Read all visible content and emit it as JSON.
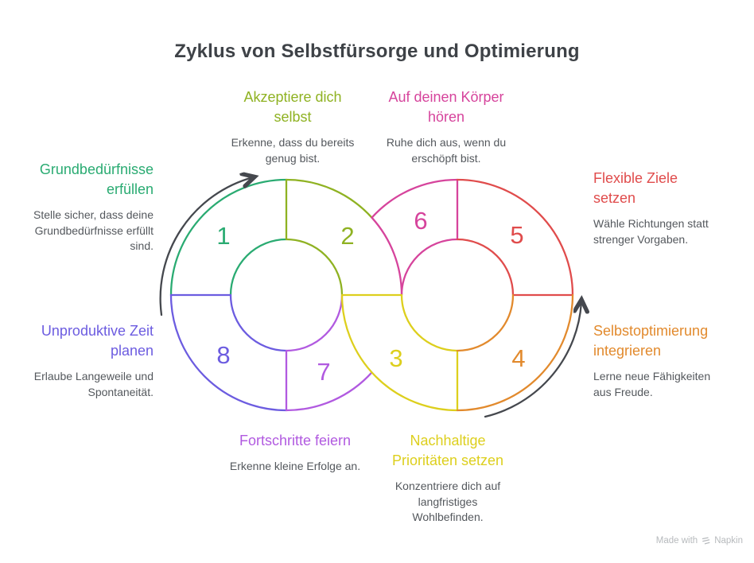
{
  "title": "Zyklus von Selbstfürsorge und Optimierung",
  "palette": {
    "step1_teal": "#2aab72",
    "step2_olive": "#8fb222",
    "step3_yellow": "#ddcf1d",
    "step4_orange": "#e28a2d",
    "step5_red": "#e04c4c",
    "step6_magenta": "#d6449c",
    "step7_violet": "#b15ae0",
    "step8_indigo": "#6c5ce0",
    "arrow": "#45484e",
    "title_text": "#3e4247",
    "body_text": "#54585d",
    "footer_text": "#b7babd"
  },
  "steps": [
    {
      "number": "1",
      "color": "#2aab72",
      "title_lines": [
        "Grundbedürfnisse",
        "erfüllen"
      ],
      "desc_lines": [
        "Stelle sicher, dass deine",
        "Grundbedürfnisse erfüllt",
        "sind."
      ]
    },
    {
      "number": "2",
      "color": "#8fb222",
      "title_lines": [
        "Akzeptiere dich",
        "selbst"
      ],
      "desc_lines": [
        "Erkenne, dass du bereits",
        "genug bist."
      ]
    },
    {
      "number": "3",
      "color": "#ddcf1d",
      "title_lines": [
        "Nachhaltige",
        "Prioritäten setzen"
      ],
      "desc_lines": [
        "Konzentriere dich auf",
        "langfristiges",
        "Wohlbefinden."
      ]
    },
    {
      "number": "4",
      "color": "#e28a2d",
      "title_lines": [
        "Selbstoptimierung",
        "integrieren"
      ],
      "desc_lines": [
        "Lerne neue Fähigkeiten",
        "aus Freude."
      ]
    },
    {
      "number": "5",
      "color": "#e04c4c",
      "title_lines": [
        "Flexible Ziele",
        "setzen"
      ],
      "desc_lines": [
        "Wähle Richtungen statt",
        "strenger Vorgaben."
      ]
    },
    {
      "number": "6",
      "color": "#d6449c",
      "title_lines": [
        "Auf deinen Körper",
        "hören"
      ],
      "desc_lines": [
        "Ruhe dich aus, wenn du",
        "erschöpft bist."
      ]
    },
    {
      "number": "7",
      "color": "#b15ae0",
      "title_lines": [
        "Fortschritte feiern"
      ],
      "desc_lines": [
        "Erkenne kleine Erfolge an."
      ]
    },
    {
      "number": "8",
      "color": "#6c5ce0",
      "title_lines": [
        "Unproduktive Zeit",
        "planen"
      ],
      "desc_lines": [
        "Erlaube Langeweile und",
        "Spontaneität."
      ]
    }
  ],
  "footer": {
    "made_with": "Made with",
    "brand": "Napkin"
  }
}
